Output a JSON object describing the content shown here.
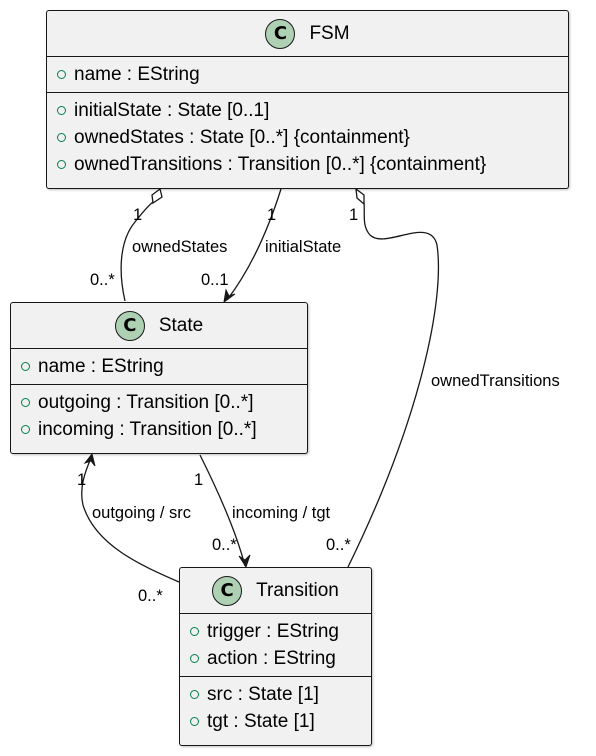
{
  "classes": {
    "fsm": {
      "icon": "C",
      "name": "FSM",
      "attributes": [
        "name : EString"
      ],
      "references": [
        "initialState : State [0..1]",
        "ownedStates : State [0..*] {containment}",
        "ownedTransitions : Transition [0..*] {containment}"
      ]
    },
    "state": {
      "icon": "C",
      "name": "State",
      "attributes": [
        "name : EString"
      ],
      "references": [
        "outgoing : Transition [0..*]",
        "incoming : Transition [0..*]"
      ]
    },
    "transition": {
      "icon": "C",
      "name": "Transition",
      "attributes": [
        "trigger : EString",
        "action : EString"
      ],
      "references": [
        "src : State [1]",
        "tgt : State [1]"
      ]
    }
  },
  "relations": {
    "owned_states": {
      "label": "ownedStates",
      "source_mult": "1",
      "target_mult": "0..*"
    },
    "initial_state": {
      "label": "initialState",
      "source_mult": "1",
      "target_mult": "0..1"
    },
    "owned_transitions": {
      "label": "ownedTransitions",
      "source_mult": "1",
      "target_mult": "0..*"
    },
    "outgoing_src": {
      "label": "outgoing / src",
      "state_mult": "1",
      "transition_mult": "0..*"
    },
    "incoming_tgt": {
      "label": "incoming / tgt",
      "state_mult": "1",
      "transition_mult": "0..*"
    }
  },
  "colors": {
    "class_fill": "#f1f1f1",
    "border": "#181818",
    "stereotype_circle": "#add1b2",
    "visibility_public": "#038048"
  }
}
